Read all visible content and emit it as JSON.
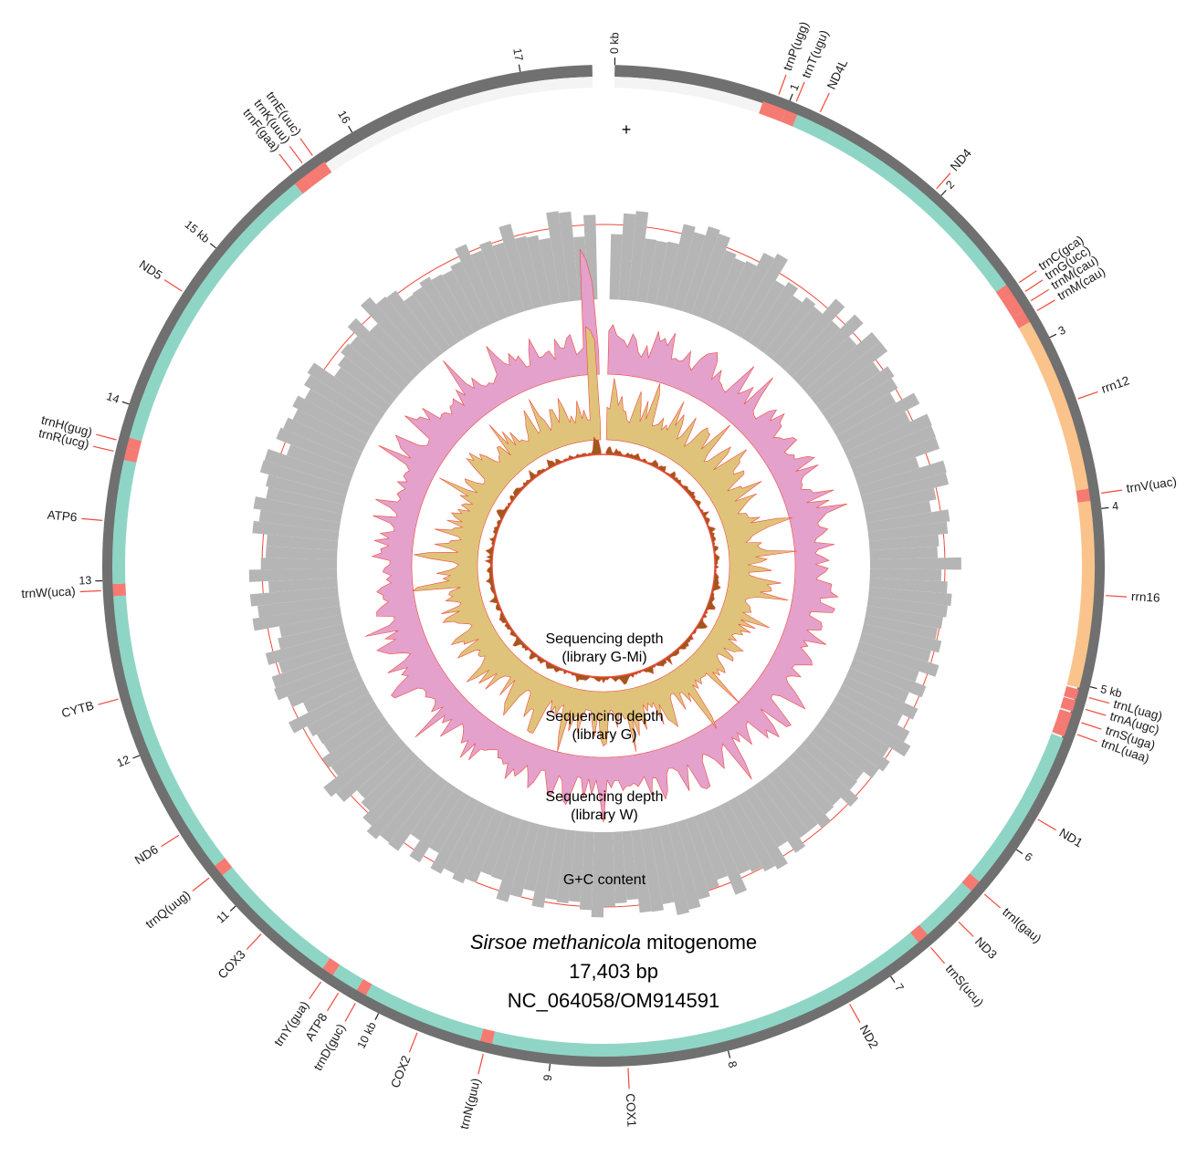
{
  "genome": {
    "species": "Sirsoe methanicola",
    "suffix": "mitogenome",
    "length_label": "17,403 bp",
    "accession": "NC_064058/OM914591",
    "length_bp": 17403,
    "strand_label": "+"
  },
  "ticks": [
    {
      "kb": 0,
      "label": "0 kb"
    },
    {
      "kb": 1,
      "label": "1"
    },
    {
      "kb": 2,
      "label": "2"
    },
    {
      "kb": 3,
      "label": "3"
    },
    {
      "kb": 4,
      "label": "4"
    },
    {
      "kb": 5,
      "label": "5 kb"
    },
    {
      "kb": 6,
      "label": "6"
    },
    {
      "kb": 7,
      "label": "7"
    },
    {
      "kb": 8,
      "label": "8"
    },
    {
      "kb": 9,
      "label": "9"
    },
    {
      "kb": 10,
      "label": "10 kb"
    },
    {
      "kb": 11,
      "label": "11"
    },
    {
      "kb": 12,
      "label": "12"
    },
    {
      "kb": 13,
      "label": "13"
    },
    {
      "kb": 14,
      "label": "14"
    },
    {
      "kb": 15,
      "label": "15 kb"
    },
    {
      "kb": 16,
      "label": "16"
    },
    {
      "kb": 17,
      "label": "17"
    }
  ],
  "features": [
    {
      "name": "trnP(ugg)",
      "type": "tRNA",
      "start": 860,
      "end": 1000
    },
    {
      "name": "trnT(ugu)",
      "type": "tRNA",
      "start": 1000,
      "end": 1070
    },
    {
      "name": "ND4L",
      "type": "CDS",
      "start": 1070,
      "end": 1290
    },
    {
      "name": "ND4",
      "type": "CDS",
      "start": 1290,
      "end": 2620
    },
    {
      "name": "trnC(gca)",
      "type": "tRNA",
      "start": 2620,
      "end": 2680
    },
    {
      "name": "trnG(ucc)",
      "type": "tRNA",
      "start": 2680,
      "end": 2740
    },
    {
      "name": "trnM(cau)",
      "type": "tRNA",
      "start": 2740,
      "end": 2800
    },
    {
      "name": "trnM(cau)",
      "type": "tRNA",
      "start": 2800,
      "end": 2870
    },
    {
      "name": "rrn12",
      "type": "rRNA",
      "start": 2870,
      "end": 3880
    },
    {
      "name": "trnV(uac)",
      "type": "tRNA",
      "start": 3880,
      "end": 3950
    },
    {
      "name": "rrn16",
      "type": "rRNA",
      "start": 3950,
      "end": 5020
    },
    {
      "name": "trnL(uag)",
      "type": "tRNA",
      "start": 5030,
      "end": 5090
    },
    {
      "name": "trnA(ugc)",
      "type": "tRNA",
      "start": 5095,
      "end": 5160
    },
    {
      "name": "trnS(uga)",
      "type": "tRNA",
      "start": 5170,
      "end": 5240
    },
    {
      "name": "trnL(uaa)",
      "type": "tRNA",
      "start": 5240,
      "end": 5310
    },
    {
      "name": "ND1",
      "type": "CDS",
      "start": 5320,
      "end": 6270
    },
    {
      "name": "trnI(gau)",
      "type": "tRNA",
      "start": 6270,
      "end": 6340
    },
    {
      "name": "ND3",
      "type": "CDS",
      "start": 6340,
      "end": 6690
    },
    {
      "name": "trnS(ucu)",
      "type": "tRNA",
      "start": 6690,
      "end": 6760
    },
    {
      "name": "ND2",
      "type": "CDS",
      "start": 6760,
      "end": 7790
    },
    {
      "name": "COX1",
      "type": "CDS",
      "start": 7790,
      "end": 9340
    },
    {
      "name": "trnN(guu)",
      "type": "tRNA",
      "start": 9340,
      "end": 9410
    },
    {
      "name": "COX2",
      "type": "CDS",
      "start": 9410,
      "end": 10110
    },
    {
      "name": "trnD(guc)",
      "type": "tRNA",
      "start": 10110,
      "end": 10170
    },
    {
      "name": "ATP8",
      "type": "CDS",
      "start": 10170,
      "end": 10330
    },
    {
      "name": "trnY(gua)",
      "type": "tRNA",
      "start": 10330,
      "end": 10400
    },
    {
      "name": "COX3",
      "type": "CDS",
      "start": 10400,
      "end": 11180
    },
    {
      "name": "trnQ(uug)",
      "type": "tRNA",
      "start": 11180,
      "end": 11250
    },
    {
      "name": "ND6",
      "type": "CDS",
      "start": 11250,
      "end": 11760
    },
    {
      "name": "CYTB",
      "type": "CDS",
      "start": 11760,
      "end": 12910
    },
    {
      "name": "trnW(uca)",
      "type": "tRNA",
      "start": 12910,
      "end": 12980
    },
    {
      "name": "ATP6",
      "type": "CDS",
      "start": 12980,
      "end": 13690
    },
    {
      "name": "trnR(ucg)",
      "type": "tRNA",
      "start": 13690,
      "end": 13760
    },
    {
      "name": "trnH(gug)",
      "type": "tRNA",
      "start": 13760,
      "end": 13820
    },
    {
      "name": "ND5",
      "type": "CDS",
      "start": 13820,
      "end": 15570
    },
    {
      "name": "trnF(gaa)",
      "type": "tRNA",
      "start": 15570,
      "end": 15640
    },
    {
      "name": "trnK(uuu)",
      "type": "tRNA",
      "start": 15640,
      "end": 15710
    },
    {
      "name": "trnE(uuc)",
      "type": "tRNA",
      "start": 15710,
      "end": 15780
    }
  ],
  "rings": [
    {
      "name": "G+C content",
      "color": "#b5b5b5"
    },
    {
      "name": "Sequencing depth (library W)",
      "line1": "Sequencing depth",
      "line2": "(library W)",
      "color": "#e3a1cb"
    },
    {
      "name": "Sequencing depth (library G)",
      "line1": "Sequencing depth",
      "line2": "(library G)",
      "color": "#dfc37b"
    },
    {
      "name": "Sequencing depth (library G-Mi)",
      "line1": "Sequencing depth",
      "line2": "(library G-Mi)",
      "color": "#9c5a1c"
    }
  ],
  "colors": {
    "cds": "#8fd5c6",
    "trna": "#f57a72",
    "rrna": "#fac38b",
    "backbone": "#707070",
    "accent_line": "#f04a3a"
  }
}
